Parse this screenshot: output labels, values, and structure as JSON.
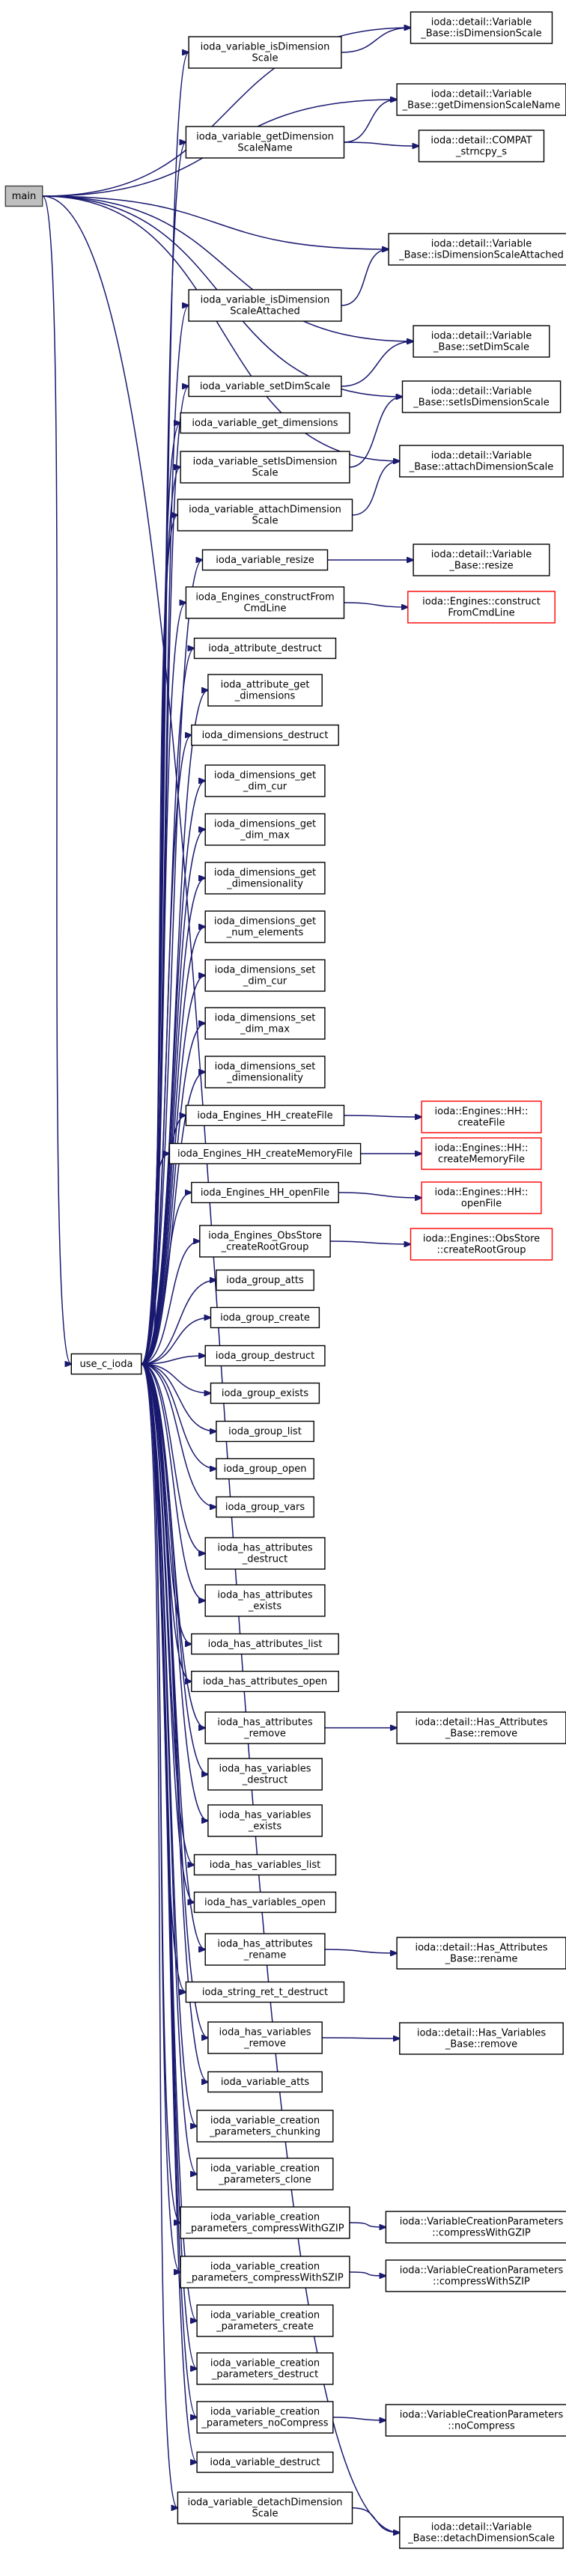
{
  "root": {
    "id": "main",
    "lines": [
      "main"
    ]
  },
  "hub": {
    "id": "use_c_ioda",
    "lines": [
      "use_c_ioda"
    ]
  },
  "nodes": [
    {
      "id": "isdim",
      "lines": [
        "ioda_variable_isDimension",
        "Scale"
      ]
    },
    {
      "id": "getdimname",
      "lines": [
        "ioda_variable_getDimension",
        "ScaleName"
      ]
    },
    {
      "id": "isdimatt",
      "lines": [
        "ioda_variable_isDimension",
        "ScaleAttached"
      ]
    },
    {
      "id": "setdim",
      "lines": [
        "ioda_variable_setDimScale"
      ]
    },
    {
      "id": "getdims",
      "lines": [
        "ioda_variable_get_dimensions"
      ]
    },
    {
      "id": "setisdim",
      "lines": [
        "ioda_variable_setIsDimension",
        "Scale"
      ]
    },
    {
      "id": "attachdim",
      "lines": [
        "ioda_variable_attachDimension",
        "Scale"
      ]
    },
    {
      "id": "resize",
      "lines": [
        "ioda_variable_resize"
      ]
    },
    {
      "id": "engcmd",
      "lines": [
        "ioda_Engines_constructFrom",
        "CmdLine"
      ]
    },
    {
      "id": "attrdestruct",
      "lines": [
        "ioda_attribute_destruct"
      ]
    },
    {
      "id": "attrgetdims",
      "lines": [
        "ioda_attribute_get",
        "_dimensions"
      ]
    },
    {
      "id": "dimsdestruct",
      "lines": [
        "ioda_dimensions_destruct"
      ]
    },
    {
      "id": "dimsgetcur",
      "lines": [
        "ioda_dimensions_get",
        "_dim_cur"
      ]
    },
    {
      "id": "dimsgetmax",
      "lines": [
        "ioda_dimensions_get",
        "_dim_max"
      ]
    },
    {
      "id": "dimsgetdimty",
      "lines": [
        "ioda_dimensions_get",
        "_dimensionality"
      ]
    },
    {
      "id": "dimsgetnum",
      "lines": [
        "ioda_dimensions_get",
        "_num_elements"
      ]
    },
    {
      "id": "dimssetcur",
      "lines": [
        "ioda_dimensions_set",
        "_dim_cur"
      ]
    },
    {
      "id": "dimssetmax",
      "lines": [
        "ioda_dimensions_set",
        "_dim_max"
      ]
    },
    {
      "id": "dimssetdimty",
      "lines": [
        "ioda_dimensions_set",
        "_dimensionality"
      ]
    },
    {
      "id": "hhcreate",
      "lines": [
        "ioda_Engines_HH_createFile"
      ]
    },
    {
      "id": "hhcreatemem",
      "lines": [
        "ioda_Engines_HH_createMemoryFile"
      ]
    },
    {
      "id": "hhopen",
      "lines": [
        "ioda_Engines_HH_openFile"
      ]
    },
    {
      "id": "obsstore",
      "lines": [
        "ioda_Engines_ObsStore",
        "_createRootGroup"
      ]
    },
    {
      "id": "grpatts",
      "lines": [
        "ioda_group_atts"
      ]
    },
    {
      "id": "grpcreate",
      "lines": [
        "ioda_group_create"
      ]
    },
    {
      "id": "grpdestruct",
      "lines": [
        "ioda_group_destruct"
      ]
    },
    {
      "id": "grpexists",
      "lines": [
        "ioda_group_exists"
      ]
    },
    {
      "id": "grplist",
      "lines": [
        "ioda_group_list"
      ]
    },
    {
      "id": "grpopen",
      "lines": [
        "ioda_group_open"
      ]
    },
    {
      "id": "grpvars",
      "lines": [
        "ioda_group_vars"
      ]
    },
    {
      "id": "hadestruct",
      "lines": [
        "ioda_has_attributes",
        "_destruct"
      ]
    },
    {
      "id": "haexists",
      "lines": [
        "ioda_has_attributes",
        "_exists"
      ]
    },
    {
      "id": "halist",
      "lines": [
        "ioda_has_attributes_list"
      ]
    },
    {
      "id": "haopen",
      "lines": [
        "ioda_has_attributes_open"
      ]
    },
    {
      "id": "haremove",
      "lines": [
        "ioda_has_attributes",
        "_remove"
      ]
    },
    {
      "id": "hvdestruct",
      "lines": [
        "ioda_has_variables",
        "_destruct"
      ]
    },
    {
      "id": "hvexists",
      "lines": [
        "ioda_has_variables",
        "_exists"
      ]
    },
    {
      "id": "hvlist",
      "lines": [
        "ioda_has_variables_list"
      ]
    },
    {
      "id": "hvopen",
      "lines": [
        "ioda_has_variables_open"
      ]
    },
    {
      "id": "harename",
      "lines": [
        "ioda_has_attributes",
        "_rename"
      ]
    },
    {
      "id": "strdestruct",
      "lines": [
        "ioda_string_ret_t_destruct"
      ]
    },
    {
      "id": "hvremove",
      "lines": [
        "ioda_has_variables",
        "_remove"
      ]
    },
    {
      "id": "varatts",
      "lines": [
        "ioda_variable_atts"
      ]
    },
    {
      "id": "vcpchunk",
      "lines": [
        "ioda_variable_creation",
        "_parameters_chunking"
      ]
    },
    {
      "id": "vcpclone",
      "lines": [
        "ioda_variable_creation",
        "_parameters_clone"
      ]
    },
    {
      "id": "vcpgzip",
      "lines": [
        "ioda_variable_creation",
        "_parameters_compressWithGZIP"
      ]
    },
    {
      "id": "vcpszip",
      "lines": [
        "ioda_variable_creation",
        "_parameters_compressWithSZIP"
      ]
    },
    {
      "id": "vcpcreate",
      "lines": [
        "ioda_variable_creation",
        "_parameters_create"
      ]
    },
    {
      "id": "vcpdestruct",
      "lines": [
        "ioda_variable_creation",
        "_parameters_destruct"
      ]
    },
    {
      "id": "vcpnocomp",
      "lines": [
        "ioda_variable_creation",
        "_parameters_noCompress"
      ]
    },
    {
      "id": "vardestruct",
      "lines": [
        "ioda_variable_destruct"
      ]
    },
    {
      "id": "detachdim",
      "lines": [
        "ioda_variable_detachDimension",
        "Scale"
      ]
    }
  ],
  "targets": [
    {
      "id": "t_isdim",
      "lines": [
        "ioda::detail::Variable",
        "_Base::isDimensionScale"
      ],
      "external": false
    },
    {
      "id": "t_getdimname",
      "lines": [
        "ioda::detail::Variable",
        "_Base::getDimensionScaleName"
      ],
      "external": false
    },
    {
      "id": "t_strncpy",
      "lines": [
        "ioda::detail::COMPAT",
        "_strncpy_s"
      ],
      "external": false
    },
    {
      "id": "t_isdimatt",
      "lines": [
        "ioda::detail::Variable",
        "_Base::isDimensionScaleAttached"
      ],
      "external": false
    },
    {
      "id": "t_setdim",
      "lines": [
        "ioda::detail::Variable",
        "_Base::setDimScale"
      ],
      "external": false
    },
    {
      "id": "t_setisdim",
      "lines": [
        "ioda::detail::Variable",
        "_Base::setIsDimensionScale"
      ],
      "external": false
    },
    {
      "id": "t_attachdim",
      "lines": [
        "ioda::detail::Variable",
        "_Base::attachDimensionScale"
      ],
      "external": false
    },
    {
      "id": "t_resize",
      "lines": [
        "ioda::detail::Variable",
        "_Base::resize"
      ],
      "external": false
    },
    {
      "id": "t_cmdline",
      "lines": [
        "ioda::Engines::construct",
        "FromCmdLine"
      ],
      "external": true
    },
    {
      "id": "t_hhcreate",
      "lines": [
        "ioda::Engines::HH::",
        "createFile"
      ],
      "external": true
    },
    {
      "id": "t_hhcreatemem",
      "lines": [
        "ioda::Engines::HH::",
        "createMemoryFile"
      ],
      "external": true
    },
    {
      "id": "t_hhopen",
      "lines": [
        "ioda::Engines::HH::",
        "openFile"
      ],
      "external": true
    },
    {
      "id": "t_obsstore",
      "lines": [
        "ioda::Engines::ObsStore",
        "::createRootGroup"
      ],
      "external": true
    },
    {
      "id": "t_haremove",
      "lines": [
        "ioda::detail::Has_Attributes",
        "_Base::remove"
      ],
      "external": false
    },
    {
      "id": "t_harename",
      "lines": [
        "ioda::detail::Has_Attributes",
        "_Base::rename"
      ],
      "external": false
    },
    {
      "id": "t_hvremove",
      "lines": [
        "ioda::detail::Has_Variables",
        "_Base::remove"
      ],
      "external": false
    },
    {
      "id": "t_gzip",
      "lines": [
        "ioda::VariableCreationParameters",
        "::compressWithGZIP"
      ],
      "external": false
    },
    {
      "id": "t_szip",
      "lines": [
        "ioda::VariableCreationParameters",
        "::compressWithSZIP"
      ],
      "external": false
    },
    {
      "id": "t_nocomp",
      "lines": [
        "ioda::VariableCreationParameters",
        "::noCompress"
      ],
      "external": false
    },
    {
      "id": "t_detachdim",
      "lines": [
        "ioda::detail::Variable",
        "_Base::detachDimensionScale"
      ],
      "external": false
    }
  ],
  "edges": [
    [
      "main",
      "use_c_ioda"
    ],
    [
      "main",
      "t_isdim"
    ],
    [
      "main",
      "t_getdimname"
    ],
    [
      "main",
      "t_isdimatt"
    ],
    [
      "main",
      "t_setdim"
    ],
    [
      "main",
      "t_setisdim"
    ],
    [
      "main",
      "t_attachdim"
    ],
    [
      "main",
      "t_detachdim"
    ],
    [
      "isdim",
      "t_isdim"
    ],
    [
      "getdimname",
      "t_getdimname"
    ],
    [
      "getdimname",
      "t_strncpy"
    ],
    [
      "isdimatt",
      "t_isdimatt"
    ],
    [
      "setdim",
      "t_setdim"
    ],
    [
      "setisdim",
      "t_setisdim"
    ],
    [
      "attachdim",
      "t_attachdim"
    ],
    [
      "resize",
      "t_resize"
    ],
    [
      "engcmd",
      "t_cmdline"
    ],
    [
      "hhcreate",
      "t_hhcreate"
    ],
    [
      "hhcreatemem",
      "t_hhcreatemem"
    ],
    [
      "hhopen",
      "t_hhopen"
    ],
    [
      "obsstore",
      "t_obsstore"
    ],
    [
      "haremove",
      "t_haremove"
    ],
    [
      "harename",
      "t_harename"
    ],
    [
      "hvremove",
      "t_hvremove"
    ],
    [
      "vcpgzip",
      "t_gzip"
    ],
    [
      "vcpszip",
      "t_szip"
    ],
    [
      "vcpnocomp",
      "t_nocomp"
    ],
    [
      "detachdim",
      "t_detachdim"
    ]
  ]
}
